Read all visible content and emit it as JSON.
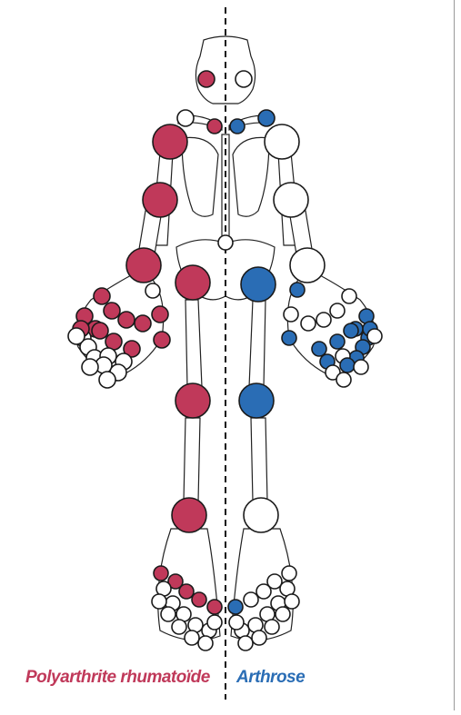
{
  "legend": {
    "left_label": "Polyarthrite rhumatoïde",
    "right_label": "Arthrose"
  },
  "colors": {
    "rheumatoid_arthritis": "#c0395a",
    "osteoarthritis": "#2a6db5",
    "unaffected": "#ffffff",
    "outline": "#1a1a1a"
  },
  "joint_status": {
    "left_side_condition": "Polyarthrite rhumatoïde",
    "right_side_condition": "Arthrose",
    "left_head": [
      "affected",
      "unaffected"
    ],
    "right_head": [],
    "left_shoulder_girdle": [
      "unaffected",
      "affected",
      "affected"
    ],
    "right_shoulder_girdle": [
      "affected",
      "affected",
      "unaffected"
    ],
    "left_elbow": "affected",
    "right_elbow": "unaffected",
    "pelvis_center": "unaffected",
    "left_wrist": "affected",
    "right_wrist": "unaffected",
    "left_hip": "affected",
    "right_hip": "affected",
    "left_knee": "affected",
    "right_knee": "affected",
    "left_ankle": "affected",
    "right_ankle": "unaffected",
    "left_hand_affected": 12,
    "left_hand_unaffected": 11,
    "right_hand_affected": 13,
    "right_hand_unaffected": 10,
    "left_foot_affected": 5,
    "left_foot_unaffected": 11,
    "right_foot_affected": 1,
    "right_foot_unaffected": 15
  }
}
